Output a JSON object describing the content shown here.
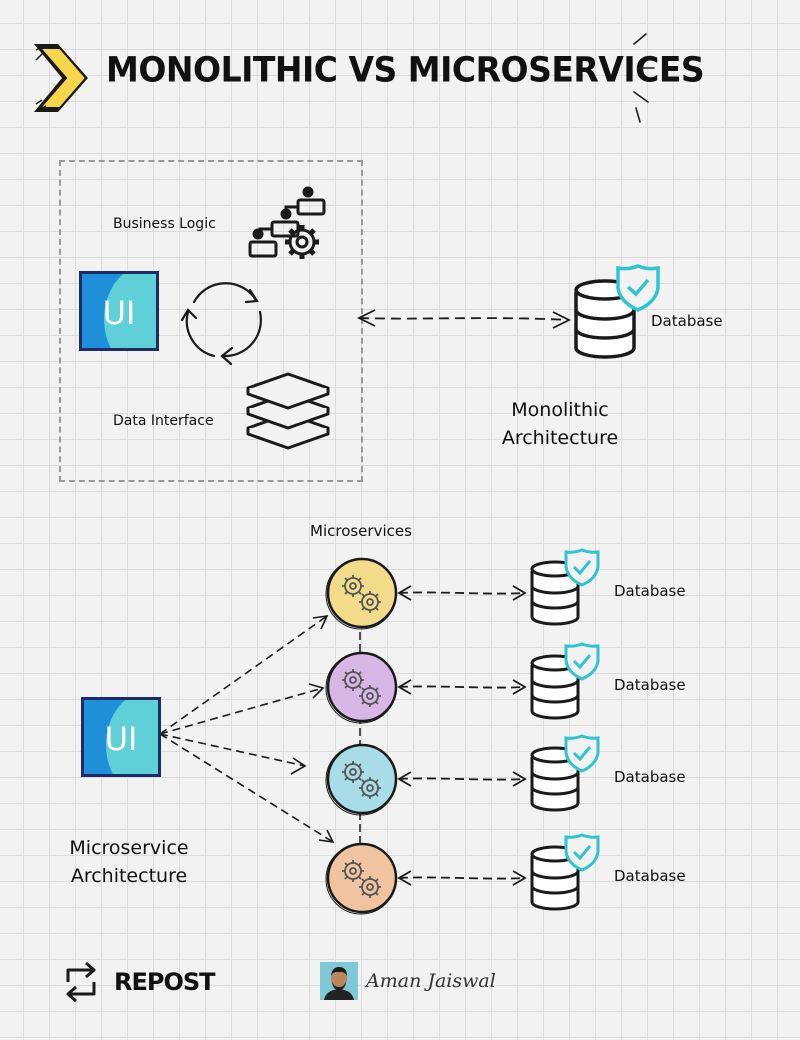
{
  "title": "Monolithic vs Microservices",
  "monolith": {
    "business_logic_label": "Business Logic",
    "data_interface_label": "Data Interface",
    "ui_label": "UI",
    "database_label": "Database",
    "caption_line1": "Monolithic",
    "caption_line2": "Architecture"
  },
  "micro": {
    "heading": "Microservices",
    "ui_label": "UI",
    "caption_line1": "Microservice",
    "caption_line2": "Architecture",
    "services": [
      {
        "color": "#f2dc8c",
        "database_label": "Database"
      },
      {
        "color": "#d8b6e6",
        "database_label": "Database"
      },
      {
        "color": "#a8dce6",
        "database_label": "Database"
      },
      {
        "color": "#f0c4a0",
        "database_label": "Database"
      }
    ]
  },
  "footer": {
    "repost_label": "REPOST",
    "author": "Aman Jaiswal"
  },
  "colors": {
    "accent_yellow": "#f6d64a",
    "ui_blue": "#1e8fd8",
    "ui_teal": "#5fd0d8",
    "shield_teal": "#2ec4d0",
    "ui_border": "#1d2b6b"
  }
}
